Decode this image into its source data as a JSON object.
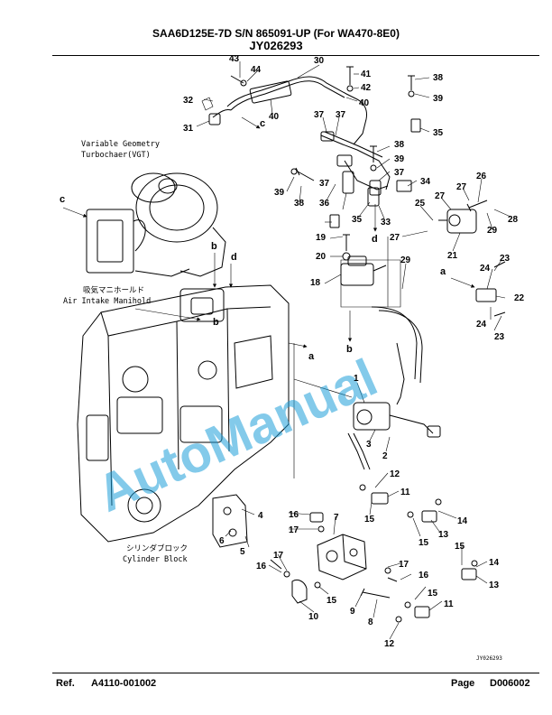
{
  "header": {
    "title": "SAA6D125E-7D S/N 865091-UP (For WA470-8E0)",
    "code": "JY026293"
  },
  "labels": {
    "vgt_line1": "Variable Geometry",
    "vgt_line2": "Turbochaer(VGT)",
    "intake_jp": "吸気マニホールド",
    "intake_en": "Air Intake Manihold",
    "block_jp": "シリンダブロック",
    "block_en": "Cylinder Block"
  },
  "watermark": "AutoManual",
  "drawing_code": "JY026293",
  "footer": {
    "ref_label": "Ref.",
    "ref_value": "A4110-001002",
    "page_label": "Page",
    "page_value": "D006002"
  },
  "callouts": {
    "c1": "1",
    "c2": "2",
    "c3": "3",
    "c4": "4",
    "c5": "5",
    "c6": "6",
    "c7": "7",
    "c8": "8",
    "c9": "9",
    "c10": "10",
    "c11a": "11",
    "c11b": "11",
    "c12a": "12",
    "c12b": "12",
    "c13a": "13",
    "c13b": "13",
    "c14a": "14",
    "c14b": "14",
    "c15a": "15",
    "c15b": "15",
    "c15c": "15",
    "c15d": "15",
    "c15e": "15",
    "c16a": "16",
    "c16b": "16",
    "c16c": "16",
    "c17a": "17",
    "c17b": "17",
    "c17c": "17",
    "c18": "18",
    "c19": "19",
    "c20": "20",
    "c21": "21",
    "c22": "22",
    "c23a": "23",
    "c23b": "23",
    "c24a": "24",
    "c24b": "24",
    "c25": "25",
    "c26": "26",
    "c27a": "27",
    "c27b": "27",
    "c27c": "27",
    "c28": "28",
    "c29a": "29",
    "c29b": "29",
    "c30": "30",
    "c31": "31",
    "c32": "32",
    "c33": "33",
    "c34": "34",
    "c35a": "35",
    "c35b": "35",
    "c36": "36",
    "c37a": "37",
    "c37b": "37",
    "c37c": "37",
    "c37d": "37",
    "c38a": "38",
    "c38b": "38",
    "c38c": "38",
    "c39a": "39",
    "c39b": "39",
    "c39c": "39",
    "c40a": "40",
    "c40b": "40",
    "c41": "41",
    "c42": "42",
    "c43": "43",
    "c44": "44"
  },
  "letters": {
    "a1": "a",
    "a2": "a",
    "b1": "b",
    "b2": "b",
    "b3": "b",
    "c1": "c",
    "c2": "c",
    "d1": "d",
    "d2": "d"
  }
}
